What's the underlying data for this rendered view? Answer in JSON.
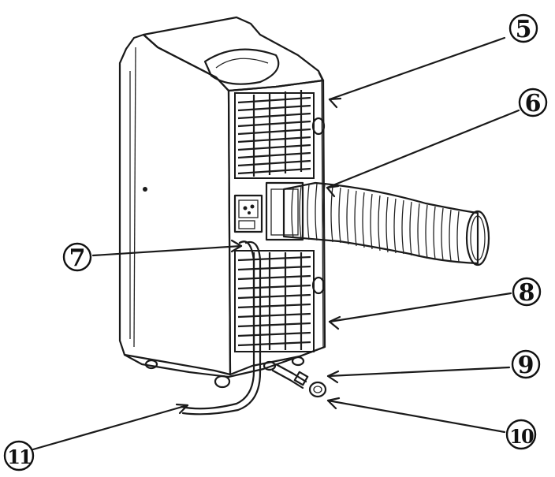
{
  "callouts": [
    {
      "id": "5",
      "text": "5"
    },
    {
      "id": "6",
      "text": "6"
    },
    {
      "id": "7",
      "text": "7"
    },
    {
      "id": "8",
      "text": "8"
    },
    {
      "id": "9",
      "text": "9"
    },
    {
      "id": "10",
      "text": "10"
    },
    {
      "id": "11",
      "text": "11"
    }
  ],
  "colors": {
    "ink": "#1a1a1a",
    "background": "#ffffff"
  }
}
